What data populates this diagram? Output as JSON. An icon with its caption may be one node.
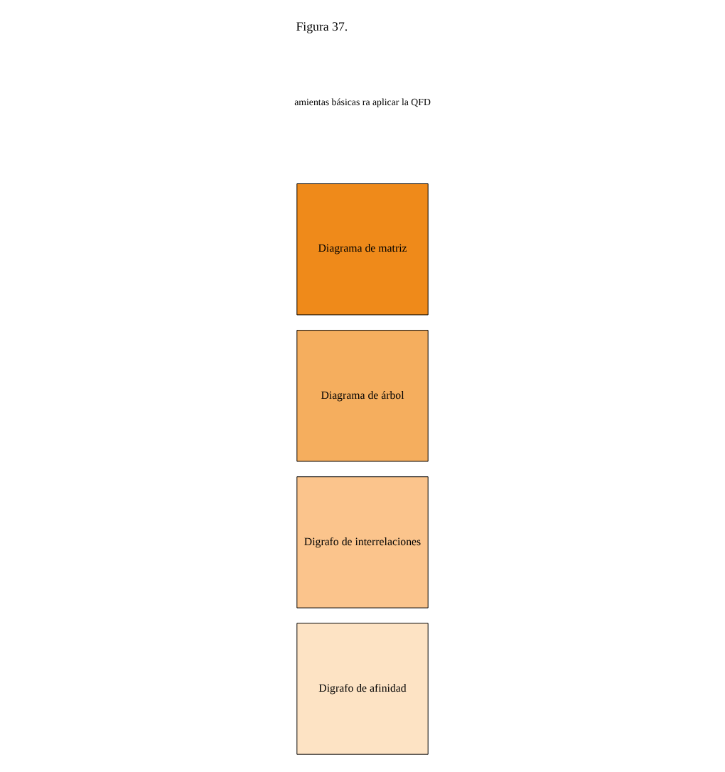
{
  "diagram": {
    "title": "Figura 37.",
    "nodes": [
      {
        "text": [
          "Digrafo de afinidad"
        ]
      },
      {
        "text": [
          "Digrafo de interrelaciones"
        ]
      },
      {
        "text": [
          "Diagrama de árbol"
        ]
      },
      {
        "text": [
          "Diagrama de matriz"
        ]
      }
    ],
    "edges": [],
    "labels": [
      "amientas básicas ra aplicar la QFD"
    ]
  }
}
